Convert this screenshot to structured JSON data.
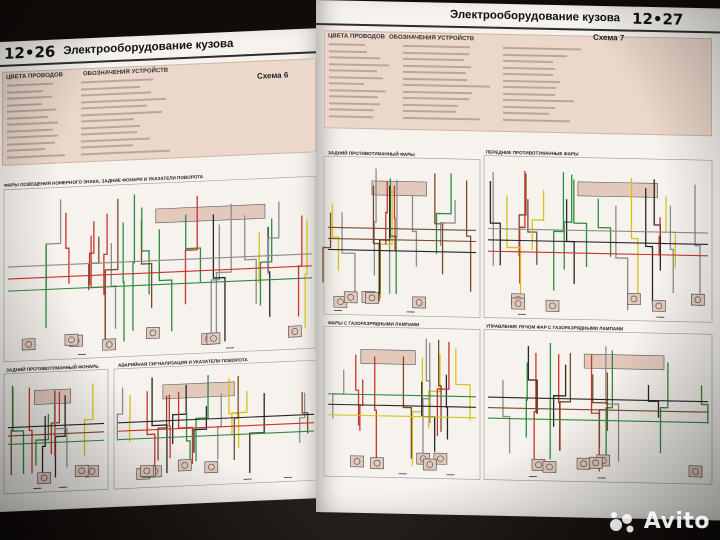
{
  "left_page": {
    "page_number": "12•26",
    "title": "Электрооборудование кузова",
    "legend_title": "ЦВЕТА ПРОВОДОВ",
    "devices_title": "ОБОЗНАЧЕНИЯ УСТРОЙСТВ",
    "scheme_label": "Схема 6",
    "section_rear_lights": "ФАРЫ ОСВЕЩЕНИЯ НОМЕРНОГО ЗНАКА, ЗАДНИЕ ФОНАРИ И УКАЗАТЕЛИ ПОВОРОТА",
    "section_fog_rear": "ЗАДНИЙ ПРОТИВОТУМАННЫЙ ФОНАРЬ",
    "section_hazard": "АВАРИЙНАЯ СИГНАЛИЗАЦИЯ И УКАЗАТЕЛИ ПОВОРОТА"
  },
  "right_page": {
    "page_number": "12•27",
    "title": "Электрооборудование кузова",
    "legend_title": "ЦВЕТА ПРОВОДОВ",
    "devices_title": "ОБОЗНАЧЕНИЯ УСТРОЙСТВ",
    "scheme_label": "Схема 7",
    "section_rear_fog": "ЗАДНИЙ ПРОТИВОТУМАННЫЙ ФАРЫ",
    "section_front_fog": "ПЕРЕДНИЕ ПРОТИВОТУМАННЫЕ ФАРЫ",
    "section_gas_lamps": "ФАРЫ С ГАЗОРАЗРЯДНЫМИ ЛАМПАМИ",
    "section_beam_control": "УПРАВЛЕНИЕ ЛУЧОМ ФАР С ГАЗОРАЗРЯДНЫМИ ЛАМПАМИ"
  },
  "watermark": {
    "brand": "Avito"
  },
  "colors": {
    "page": "#f6f3ee",
    "legend_box": "#ecd8cb",
    "wire_red": "#c8342b",
    "wire_brown": "#7a4a2a",
    "wire_green": "#2f8a3d",
    "wire_yellow": "#d8c21a",
    "wire_grey": "#8c8c8c",
    "wire_black": "#262626",
    "component_fill": "#e3c9bc"
  }
}
